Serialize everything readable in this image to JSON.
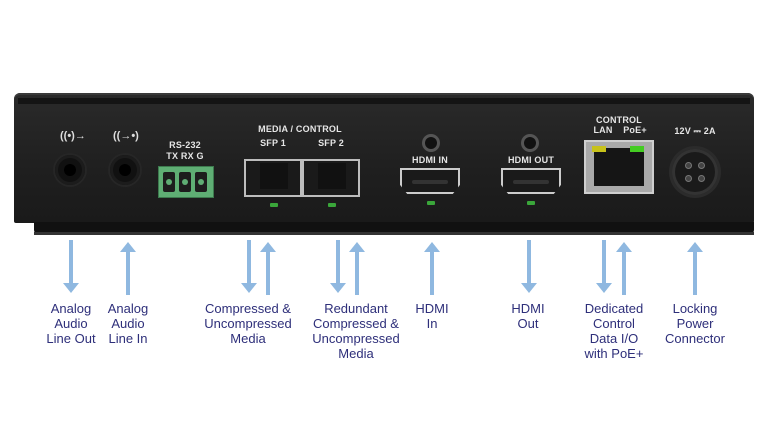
{
  "device": {
    "audio_out_icon": "speaker-out-icon",
    "audio_in_icon": "speaker-in-icon",
    "rs232_label": "RS-232",
    "rs232_pins": "TX RX G",
    "media_control_label": "MEDIA / CONTROL",
    "sfp1_label": "SFP 1",
    "sfp2_label": "SFP 2",
    "hdmi_in_label": "HDMI IN",
    "hdmi_out_label": "HDMI OUT",
    "control_label": "CONTROL",
    "lan_label": "LAN",
    "poe_label": "PoE+",
    "power_label": "12V ⎓ 2A",
    "colors": {
      "lan_led": "#c8c21a",
      "poe_led": "#44cc22",
      "status_led": "#3aa63a",
      "terminal_block": "#5fae74"
    }
  },
  "callouts": [
    {
      "text": "Analog\nAudio\nLine Out",
      "direction": "out"
    },
    {
      "text": "Analog\nAudio\nLine In",
      "direction": "in"
    },
    {
      "text": "Compressed &\nUncompressed\nMedia",
      "direction": "bidirectional"
    },
    {
      "text": "Redundant\nCompressed &\nUncompressed\nMedia",
      "direction": "bidirectional"
    },
    {
      "text": "HDMI\nIn",
      "direction": "in"
    },
    {
      "text": "HDMI\nOut",
      "direction": "out"
    },
    {
      "text": "Dedicated\nControl\nData I/O\nwith PoE+",
      "direction": "bidirectional"
    },
    {
      "text": "Locking\nPower\nConnector",
      "direction": "in"
    }
  ],
  "colors": {
    "arrow": "#8fb8e0",
    "caption": "#2e2f7a"
  }
}
